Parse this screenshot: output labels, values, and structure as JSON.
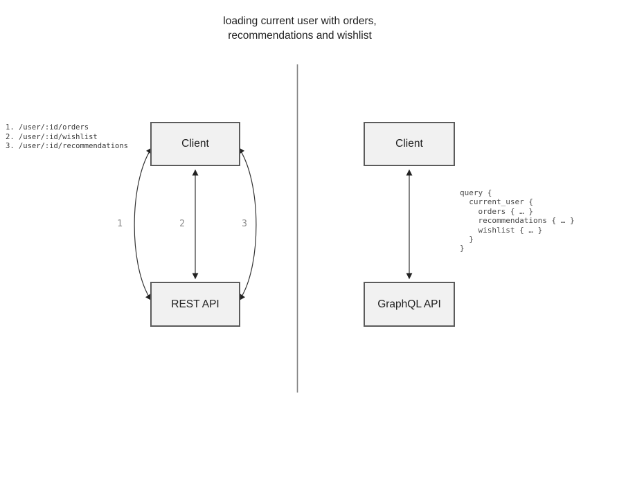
{
  "title": "loading current user with orders,\nrecommendations and wishlist",
  "rest_diagram": {
    "client_label": "Client",
    "api_label": "REST API",
    "endpoints": [
      "1. /user/:id/orders",
      "2. /user/:id/wishlist",
      "3. /user/:id/recommendations"
    ],
    "arrow_labels": [
      "1",
      "2",
      "3"
    ]
  },
  "graphql_diagram": {
    "client_label": "Client",
    "api_label": "GraphQL API",
    "query_lines": [
      "query {",
      "  current_user {",
      "    orders { … }",
      "    recommendations { … }",
      "    wishlist { … }",
      "  }",
      "}"
    ]
  },
  "colors": {
    "box_fill": "#f1f1f1",
    "box_border": "#5b5b5b",
    "arrow": "#333333",
    "divider": "#808080",
    "muted_label": "#8a8a8a"
  }
}
